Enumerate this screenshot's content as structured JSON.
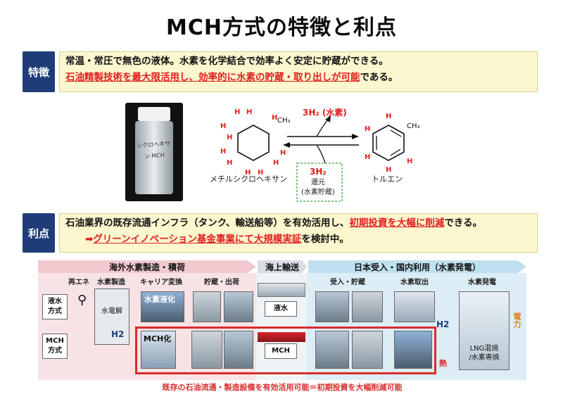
{
  "title": "MCH方式の特徴と利点",
  "features": {
    "tag": "特徴",
    "line1": "常温・常圧で無色の液体。水素を化学結合で効率よく安定に貯蔵ができる。",
    "line2_red": "石油精製技術を最大限活用し、効率的に水素の貯蔵・取り出しが可能",
    "line2_tail": "である。"
  },
  "bottle_label": "シクロヘキサン MCH",
  "reaction": {
    "left_name": "メチルシクロヘキサン",
    "right_name": "トルエン",
    "release": "3H₂ (水素)",
    "store_h2": "3H₂",
    "store_label1": "還元",
    "store_label2": "(水素貯蔵)",
    "ch3": "CH₃",
    "h": "H"
  },
  "advantages": {
    "tag": "利点",
    "line1_a": "石油業界の既存流通インフラ（タンク、輸送船等）を有効活用し、",
    "line1_red": "初期投資を大幅に削減",
    "line1_tail": "できる。",
    "line2_arrow": "➡",
    "line2_red": "グリーンイノベーション基金事業にて大規模実証",
    "line2_tail": "を検討中。"
  },
  "diagram": {
    "phase_overseas": "海外水素製造・積荷",
    "phase_sea": "海上輸送",
    "phase_japan": "日本受入・国内利用（水素発電）",
    "col_renew": "再エネ",
    "col_h2prod": "水素製造",
    "col_carrier": "キャリア変換",
    "col_store": "貯蔵・出荷",
    "col_recv": "受入・貯蔵",
    "col_extract": "水素取出",
    "col_power": "水素発電",
    "row_liquid": "液水\n方式",
    "row_mch": "MCH\n方式",
    "electrolysis": "水電解",
    "h2": "H2",
    "liquefy": "水素液化",
    "mch_conv": "MCH化",
    "ship_liquid": "液水",
    "ship_mch": "MCH",
    "power_plant": "LNG混焼\n/水素専焼",
    "electricity": "電力",
    "heat": "熱",
    "footer": "既存の石油流通・製造設備を有効活用可能＝初期投資を大幅削減可能"
  },
  "colors": {
    "tag_bg": "#1f3c78",
    "highlight_bg": "#fdf7cf",
    "accent_red": "#e01f1f",
    "overseas_phase": "#f1c9cf",
    "japan_phase": "#bfe0ef"
  }
}
